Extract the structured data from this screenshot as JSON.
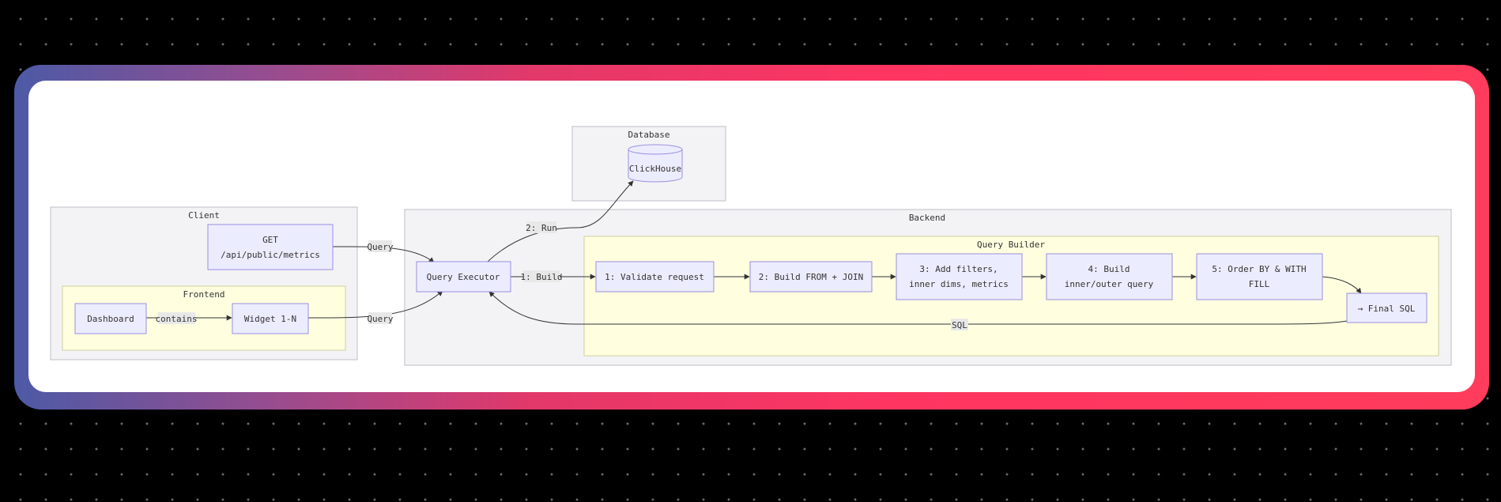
{
  "clusters": {
    "database": "Database",
    "client": "Client",
    "frontend": "Frontend",
    "backend": "Backend",
    "query_builder": "Query Builder"
  },
  "nodes": {
    "clickhouse": "ClickHouse",
    "get_line1": "GET",
    "get_line2": "/api/public/metrics",
    "dashboard": "Dashboard",
    "widget": "Widget 1-N",
    "query_executor": "Query Executor",
    "step1": "1: Validate request",
    "step2": "2: Build FROM + JOIN",
    "step3_line1": "3: Add filters,",
    "step3_line2": "inner dims, metrics",
    "step4_line1": "4: Build",
    "step4_line2": "inner/outer query",
    "step5_line1": "5: Order BY & WITH",
    "step5_line2": "FILL",
    "final_sql": "→ Final SQL"
  },
  "edges": {
    "get_to_executor": "Query",
    "widget_to_executor": "Query",
    "dashboard_to_widget": "contains",
    "executor_to_db": "2: Run",
    "executor_to_builder": "1: Build",
    "final_to_executor": "SQL"
  }
}
